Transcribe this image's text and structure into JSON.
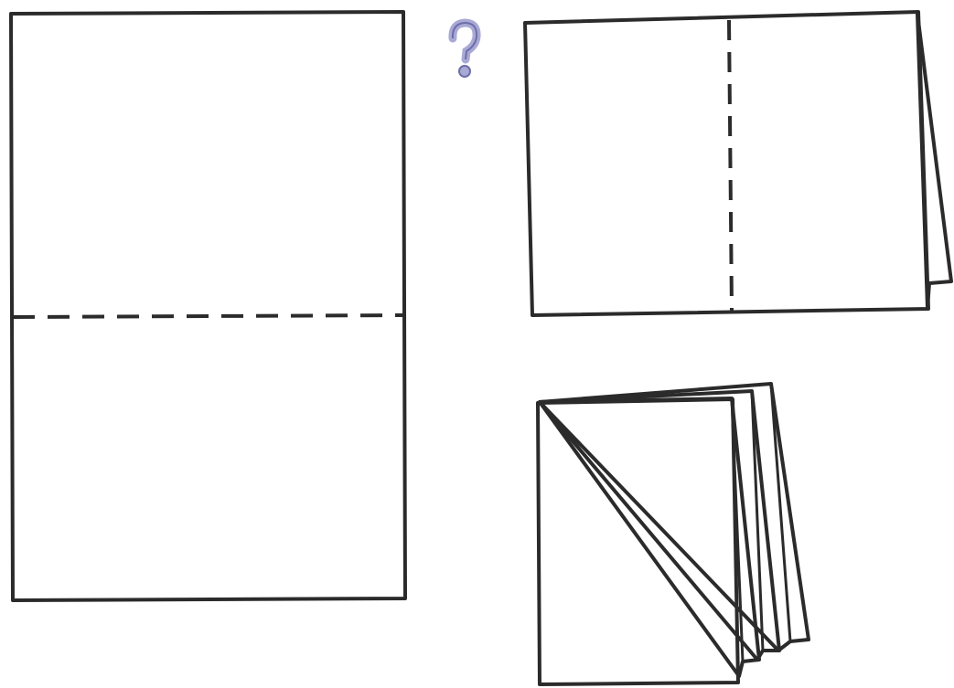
{
  "colors": {
    "paper_yellow": "#f8f2a4",
    "paper_white": "#ffffff",
    "outline": "#2b2b2b",
    "question_mark": "#a9a9d6"
  },
  "icons": {
    "question": "question-mark-icon"
  },
  "steps": [
    {
      "name": "flat-sheet",
      "fold_line": "horizontal-dashed"
    },
    {
      "name": "folded-in-half",
      "fold_line": "vertical-dashed"
    },
    {
      "name": "folded-booklet",
      "fold_line": "none"
    }
  ]
}
